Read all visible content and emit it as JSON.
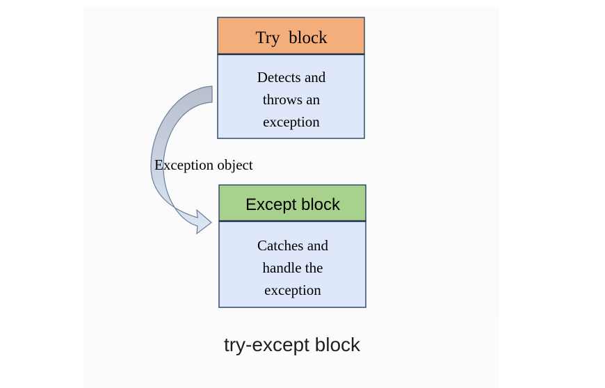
{
  "diagram": {
    "try_header": "Try  block",
    "try_body": [
      "Detects and",
      "throws an",
      "exception"
    ],
    "arrow_label": "Exception object",
    "except_header": "Except block",
    "except_body": [
      "Catches and",
      "handle the",
      "exception"
    ]
  },
  "caption": "try-except block",
  "colors": {
    "try_header_fill": "#f3ae7c",
    "except_header_fill": "#a8d18d",
    "body_fill": "#dfe8fb",
    "border": "#2f4a6d",
    "arrow_top": "#b8bfcc",
    "arrow_bottom": "#dce6f5",
    "arrow_stroke": "#6a7d99"
  }
}
